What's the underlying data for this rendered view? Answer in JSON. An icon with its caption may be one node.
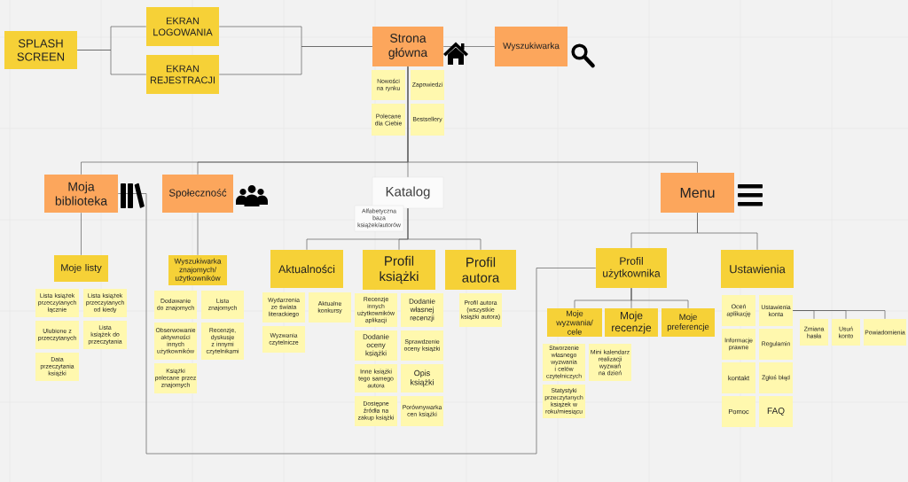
{
  "diagram": {
    "nodes": [
      {
        "text": [
          "SPLASH SCREEN"
        ]
      },
      {
        "text": [
          "EKRAN LOGOWANIA"
        ]
      },
      {
        "text": [
          "EKRAN REJESTRACJI"
        ]
      },
      {
        "text": [
          "Strona główna"
        ]
      },
      {
        "text": [
          "Wyszukiwarka"
        ]
      },
      {
        "text": [
          "Nowości na rynku"
        ]
      },
      {
        "text": [
          "Zapowiedzi"
        ]
      },
      {
        "text": [
          "Polecane dla Ciebie"
        ]
      },
      {
        "text": [
          "Bestsellery"
        ]
      },
      {
        "text": [
          "Moja biblioteka"
        ]
      },
      {
        "text": [
          "Społeczność"
        ]
      },
      {
        "text": [
          "Katalog"
        ]
      },
      {
        "text": [
          "Alfabetyczna baza książek/autorów"
        ]
      },
      {
        "text": [
          "Menu"
        ]
      },
      {
        "text": [
          "Moje listy"
        ]
      },
      {
        "text": [
          "Lista książek przeczytanych łącznie"
        ]
      },
      {
        "text": [
          "Lista książek przeczytanych od kiedy"
        ]
      },
      {
        "text": [
          "Ulubione z przeczytanych"
        ]
      },
      {
        "text": [
          "Lista książek do przeczytania"
        ]
      },
      {
        "text": [
          "Data przeczytania książki"
        ]
      },
      {
        "text": [
          "Wyszukiwarka znajomych/ użytkowników"
        ]
      },
      {
        "text": [
          "Dodawanie do znajomych"
        ]
      },
      {
        "text": [
          "Lista znajomych"
        ]
      },
      {
        "text": [
          "Obserwowanie aktywności innych użytkowników"
        ]
      },
      {
        "text": [
          "Recenzje, dyskusje z innymi czytelnikami"
        ]
      },
      {
        "text": [
          "Książki polecane przez znajomych"
        ]
      },
      {
        "text": [
          "Aktualności"
        ]
      },
      {
        "text": [
          "Profil książki"
        ]
      },
      {
        "text": [
          "Profil autora"
        ]
      },
      {
        "text": [
          "Wydarzenia ze świata literackiego"
        ]
      },
      {
        "text": [
          "Aktualne konkursy"
        ]
      },
      {
        "text": [
          "Wyzwania czytelnicze"
        ]
      },
      {
        "text": [
          "Recenzje innych użytkowników aplikacji"
        ]
      },
      {
        "text": [
          "Dodanie własnej recenzji"
        ]
      },
      {
        "text": [
          "Dodanie oceny książki"
        ]
      },
      {
        "text": [
          "Sprawdzenie oceny książki"
        ]
      },
      {
        "text": [
          "Inne książki tego samego autora"
        ]
      },
      {
        "text": [
          "Opis książki"
        ]
      },
      {
        "text": [
          "Dostępne źródła na zakup książki"
        ]
      },
      {
        "text": [
          "Porównywarka cen książki"
        ]
      },
      {
        "text": [
          "Profil autora (wszystkie książki autora)"
        ]
      },
      {
        "text": [
          "Profil użytkownika"
        ]
      },
      {
        "text": [
          "Ustawienia"
        ]
      },
      {
        "text": [
          "Moje wyzwania/ cele"
        ]
      },
      {
        "text": [
          "Moje recenzje"
        ]
      },
      {
        "text": [
          "Moje preferencje"
        ]
      },
      {
        "text": [
          "Stworzenie własnego wyzwania i celów czytelniczych"
        ]
      },
      {
        "text": [
          "Mini kalendarz realizacji wyzwań na dzień"
        ]
      },
      {
        "text": [
          "Statystyki przeczytanych książek w roku/miesiącu"
        ]
      },
      {
        "text": [
          "Oceń aplikację"
        ]
      },
      {
        "text": [
          "Ustawienia konta"
        ]
      },
      {
        "text": [
          "Informacje prawne"
        ]
      },
      {
        "text": [
          "Regulamin"
        ]
      },
      {
        "text": [
          "kontakt"
        ]
      },
      {
        "text": [
          "Zgłoś błąd"
        ]
      },
      {
        "text": [
          "Pomoc"
        ]
      },
      {
        "text": [
          "FAQ"
        ]
      },
      {
        "text": [
          "Zmiana hasła"
        ]
      },
      {
        "text": [
          "Usuń konto"
        ]
      },
      {
        "text": [
          "Powiadomienia"
        ]
      }
    ],
    "edges": [
      {
        "from": 0,
        "to": 1,
        "arrow": "none"
      },
      {
        "from": 0,
        "to": 2,
        "arrow": "none"
      },
      {
        "from": 1,
        "to": 3,
        "arrow": "none"
      },
      {
        "from": 2,
        "to": 3,
        "arrow": "none"
      },
      {
        "from": 3,
        "to": 4,
        "arrow": "none"
      },
      {
        "from": 3,
        "to": 9,
        "arrow": "none"
      },
      {
        "from": 3,
        "to": 10,
        "arrow": "none"
      },
      {
        "from": 3,
        "to": 11,
        "arrow": "none"
      },
      {
        "from": 3,
        "to": 13,
        "arrow": "none"
      },
      {
        "from": 9,
        "to": 14,
        "arrow": "none"
      },
      {
        "from": 10,
        "to": 20,
        "arrow": "none"
      },
      {
        "from": 11,
        "to": 26,
        "arrow": "none"
      },
      {
        "from": 11,
        "to": 27,
        "arrow": "none"
      },
      {
        "from": 11,
        "to": 28,
        "arrow": "none"
      },
      {
        "from": 13,
        "to": 41,
        "arrow": "none"
      },
      {
        "from": 13,
        "to": 42,
        "arrow": "none"
      },
      {
        "from": 41,
        "to": 43,
        "arrow": "none"
      },
      {
        "from": 41,
        "to": 44,
        "arrow": "none"
      },
      {
        "from": 41,
        "to": 45,
        "arrow": "none"
      },
      {
        "from": 50,
        "to": 57,
        "arrow": "none"
      },
      {
        "from": 50,
        "to": 58,
        "arrow": "none"
      },
      {
        "from": 50,
        "to": 59,
        "arrow": "none"
      },
      {
        "from": 9,
        "to": 41,
        "arrow": "none"
      }
    ]
  }
}
